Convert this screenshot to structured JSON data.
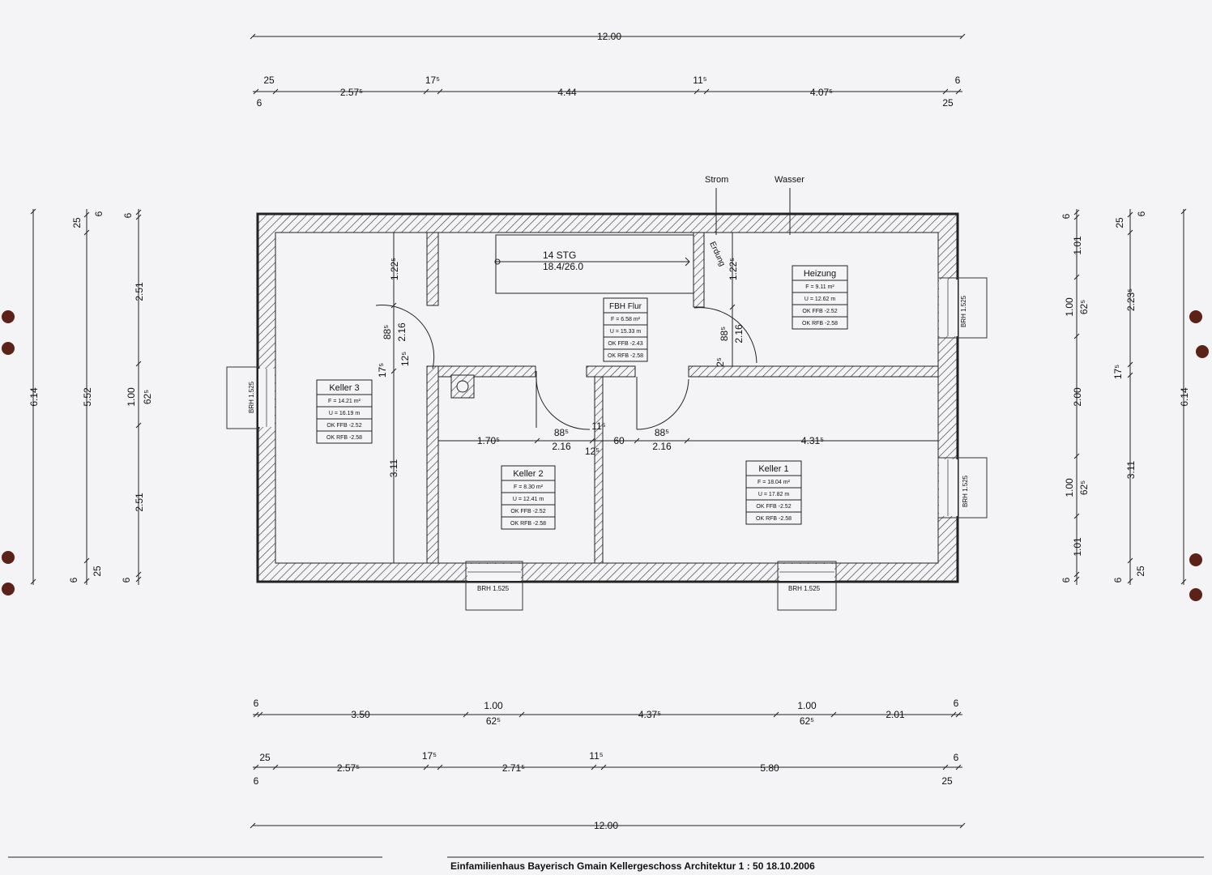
{
  "title_block": {
    "text": "Einfamilienhaus Bayerisch Gmain Kellergeschoss  Architektur 1 : 50 18.10.2006"
  },
  "labels": {
    "strom": "Strom",
    "wasser": "Wasser",
    "erdung": "Erdung",
    "stair_count": "14 STG",
    "stair_ratio": "18.4/26.0",
    "brh": "BRH 1.525"
  },
  "rooms": [
    {
      "name": "Heizung",
      "area": "F = 9.11 m²",
      "perimeter": "U = 12.62 m",
      "ffb": "OK FFB -2.52",
      "rfb": "OK RFB -2.58"
    },
    {
      "name": "FBH Flur",
      "area": "F = 6.58 m²",
      "perimeter": "U = 15.33 m",
      "ffb": "OK FFB -2.43",
      "rfb": "OK RFB -2.58"
    },
    {
      "name": "Keller 3",
      "area": "F = 14.21 m²",
      "perimeter": "U = 16.19 m",
      "ffb": "OK FFB -2.52",
      "rfb": "OK RFB -2.58"
    },
    {
      "name": "Keller 2",
      "area": "F = 8.30 m²",
      "perimeter": "U = 12.41 m",
      "ffb": "OK FFB -2.52",
      "rfb": "OK RFB -2.58"
    },
    {
      "name": "Keller 1",
      "area": "F = 18.04 m²",
      "perimeter": "U = 17.82 m",
      "ffb": "OK FFB -2.52",
      "rfb": "OK RFB -2.58"
    }
  ],
  "dimensions": {
    "top_total": "12.00",
    "bottom_total": "12.00",
    "left_total": "6.14",
    "right_total": "6.14",
    "top_chain": [
      "25",
      "6",
      "2.57⁵",
      "17⁵",
      "4.44",
      "11⁵",
      "4.07⁵",
      "6",
      "25"
    ],
    "bottom_chain_1": [
      "6",
      "3.50",
      "1.00",
      "62⁵",
      "4.37⁵",
      "1.00",
      "62⁵",
      "2.01",
      "6"
    ],
    "bottom_chain_2": [
      "25",
      "6",
      "2.57⁵",
      "17⁵",
      "2.71⁵",
      "11⁵",
      "5.80",
      "6",
      "25"
    ],
    "left_chain_1": [
      "25",
      "6",
      "5.52",
      "6",
      "25"
    ],
    "left_chain_2": [
      "6",
      "2.51",
      "1.00",
      "62⁵",
      "2.51",
      "6"
    ],
    "right_chain_1": [
      "6",
      "1.01",
      "1.00",
      "62⁵",
      "2.00",
      "1.00",
      "62⁵",
      "1.01",
      "6"
    ],
    "right_chain_2": [
      "25",
      "6",
      "2.23⁵",
      "17⁵",
      "3.11",
      "6",
      "25"
    ],
    "interior": [
      "1.22⁵",
      "88⁵",
      "2.16",
      "17⁵",
      "12⁵",
      "3.11",
      "1.22⁵",
      "88⁵",
      "2.16",
      "2⁵",
      "1.70⁵",
      "88⁵",
      "2.16",
      "11⁵",
      "12⁵",
      "60",
      "88⁵",
      "2.16",
      "4.31⁵"
    ]
  }
}
